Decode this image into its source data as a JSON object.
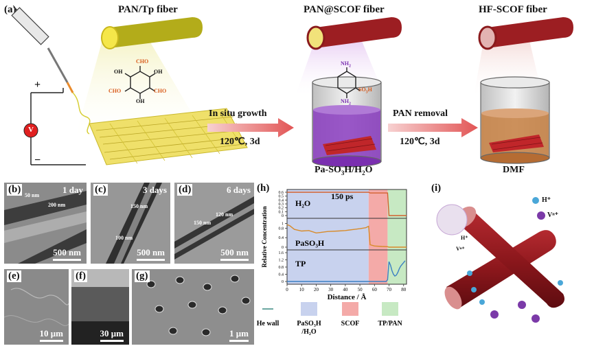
{
  "panel_a": {
    "letter": "(a)",
    "fiber1_title": "PAN/Tp fiber",
    "fiber2_title": "PAN@SCOF fiber",
    "fiber3_title": "HF-SCOF fiber",
    "step1_label": "In situ growth",
    "step1_cond": "120℃, 3d",
    "step2_label": "PAN removal",
    "step2_cond": "120℃, 3d",
    "solution1": "Pa-SO",
    "solution1_sub": "3",
    "solution1_tail": "H/H",
    "solution1_sub2": "2",
    "solution1_end": "O",
    "solution2": "DMF",
    "voltage": "V",
    "plus": "+",
    "minus": "−",
    "tp_groups": {
      "cho": "CHO",
      "oh": "OH"
    },
    "pa_groups": {
      "nh2": "NH",
      "nh2_sub": "2",
      "so3h": "SO",
      "so3h_sub": "3",
      "so3h_end": "H"
    }
  },
  "panel_b": {
    "letter": "(b)",
    "time": "1 day",
    "scale": "500 nm",
    "meas1": "50 nm",
    "meas2": "200 nm"
  },
  "panel_c": {
    "letter": "(c)",
    "time": "3 days",
    "scale": "500 nm",
    "meas1": "150 nm",
    "meas2": "100 nm"
  },
  "panel_d": {
    "letter": "(d)",
    "time": "6 days",
    "scale": "500 nm",
    "meas1": "150 nm",
    "meas2": "120 nm"
  },
  "panel_e": {
    "letter": "(e)",
    "scale": "10 μm"
  },
  "panel_f": {
    "letter": "(f)",
    "scale": "30 μm"
  },
  "panel_g": {
    "letter": "(g)",
    "scale": "1 μm"
  },
  "panel_h": {
    "letter": "(h)",
    "annotation": "150 ps",
    "ylabel": "Relative Concentration",
    "xlabel": "Distance / Å",
    "subplot_labels": [
      "H₂O",
      "PaSO₃H",
      "TP"
    ],
    "legend": [
      {
        "line1": "He wall",
        "line2": ""
      },
      {
        "line1": "PaSO₃H",
        "line2": "/H₂O"
      },
      {
        "line1": "SCOF",
        "line2": ""
      },
      {
        "line1": "TP/PAN",
        "line2": ""
      }
    ],
    "colors": {
      "he": "#6ba7a0",
      "solution": "#c8d2ee",
      "scof": "#f4aaa8",
      "tppan": "#c7e9c3",
      "water_line": "#d2612e",
      "pa_line": "#d88b2a",
      "tp_line": "#3a7fc3"
    }
  },
  "panel_i": {
    "letter": "(i)",
    "ion_h": "H⁺",
    "ion_v": "Vⁿ⁺",
    "ion_h_inner": "H⁺",
    "ion_v_inner": "Vⁿ⁺"
  },
  "chart_data": {
    "type": "line",
    "title": "",
    "xlabel": "Distance / Å",
    "ylabel": "Relative Concentration",
    "xlim": [
      0,
      82
    ],
    "x_ticks": [
      0,
      10,
      20,
      30,
      40,
      50,
      60,
      70,
      80
    ],
    "regions": [
      {
        "name": "PaSO₃H/H₂O",
        "x": [
          0,
          56
        ]
      },
      {
        "name": "SCOF",
        "x": [
          56,
          69
        ]
      },
      {
        "name": "TP/PAN",
        "x": [
          69,
          82
        ]
      }
    ],
    "series": [
      {
        "name": "H₂O",
        "ylim": [
          0,
          0.6
        ],
        "y_ticks": [
          0,
          0.1,
          0.2,
          0.3,
          0.4,
          0.5,
          0.6
        ],
        "x": [
          0,
          56,
          57,
          69,
          70,
          82
        ],
        "y": [
          0.6,
          0.6,
          0.58,
          0.58,
          0.0,
          0.0
        ]
      },
      {
        "name": "PaSO₃H",
        "ylim": [
          0,
          1.1
        ],
        "y_ticks": [
          0,
          0.4,
          0.8,
          1
        ],
        "x": [
          0,
          2,
          5,
          10,
          15,
          20,
          23,
          28,
          35,
          40,
          45,
          50,
          54,
          56,
          57,
          60,
          65,
          69,
          70,
          82
        ],
        "y": [
          0.95,
          0.9,
          0.75,
          0.68,
          0.7,
          0.6,
          0.62,
          0.66,
          0.68,
          0.7,
          0.74,
          0.78,
          0.82,
          0.88,
          0.1,
          0.05,
          0.03,
          0.02,
          0.0,
          0.0
        ]
      },
      {
        "name": "TP",
        "ylim": [
          0,
          1.6
        ],
        "y_ticks": [
          0,
          0.4,
          0.8,
          1.2,
          1.6
        ],
        "x": [
          0,
          68,
          69,
          70,
          71,
          72,
          73,
          74,
          75,
          76,
          77,
          78,
          79,
          80,
          81
        ],
        "y": [
          0,
          0,
          0.1,
          1.1,
          0.9,
          0.6,
          0.4,
          0.3,
          0.35,
          0.5,
          0.7,
          0.85,
          0.95,
          1.05,
          1.15
        ]
      }
    ]
  }
}
